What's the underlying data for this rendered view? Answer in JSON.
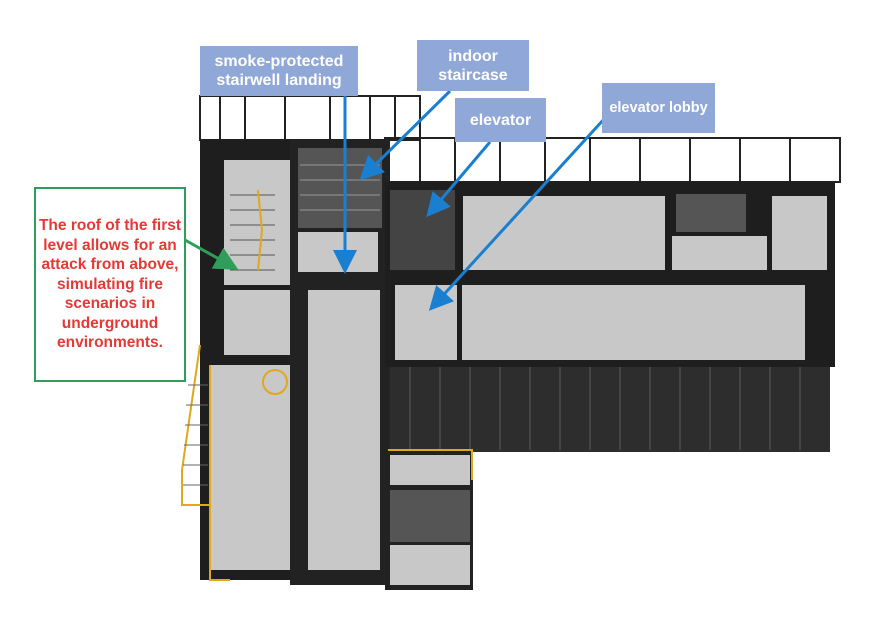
{
  "labels": {
    "smoke_landing": "smoke-protected stairwell landing",
    "indoor_staircase": "indoor staircase",
    "elevator": "elevator",
    "elevator_lobby": "elevator lobby"
  },
  "note": "The roof of the first level allows for an attack from above, simulating fire scenarios in underground environments.",
  "colors": {
    "label_bg": "#8fa8d8",
    "arrow_blue": "#1a7fd0",
    "note_border": "#2e9e5a",
    "note_text": "#e53935",
    "stair_yellow": "#e0a81c"
  }
}
